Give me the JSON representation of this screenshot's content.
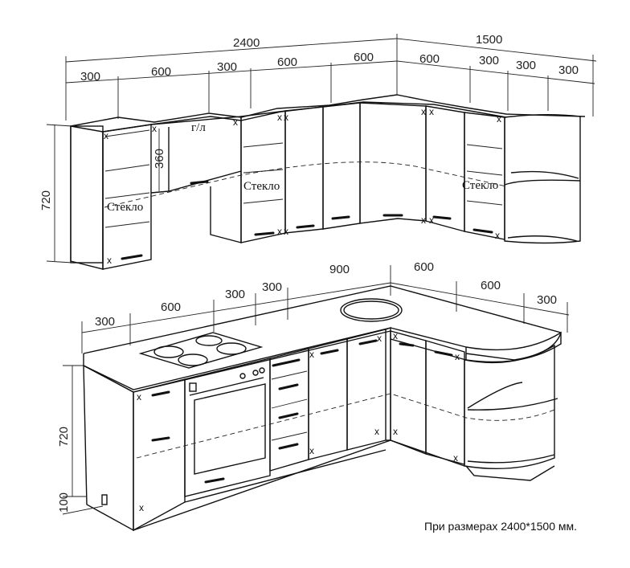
{
  "dimensions": {
    "top_total_left": "2400",
    "top_total_right": "1500",
    "top_segments_left": [
      "300",
      "600",
      "300",
      "600",
      "600"
    ],
    "top_segments_right": [
      "600",
      "300",
      "300",
      "300"
    ],
    "upper_height": "720",
    "hood_height": "360",
    "base_segments_left": [
      "300",
      "600",
      "300",
      "300",
      "900"
    ],
    "base_segments_right": [
      "600",
      "600",
      "300"
    ],
    "base_height": "720",
    "plinth_height": "100"
  },
  "labels": {
    "glass_1": "Стекло",
    "glass_2": "Стекло",
    "glass_3": "Стекло",
    "hood": "г/л"
  },
  "hinge_mark": "x",
  "caption": "При размерах 2400*1500 мм."
}
